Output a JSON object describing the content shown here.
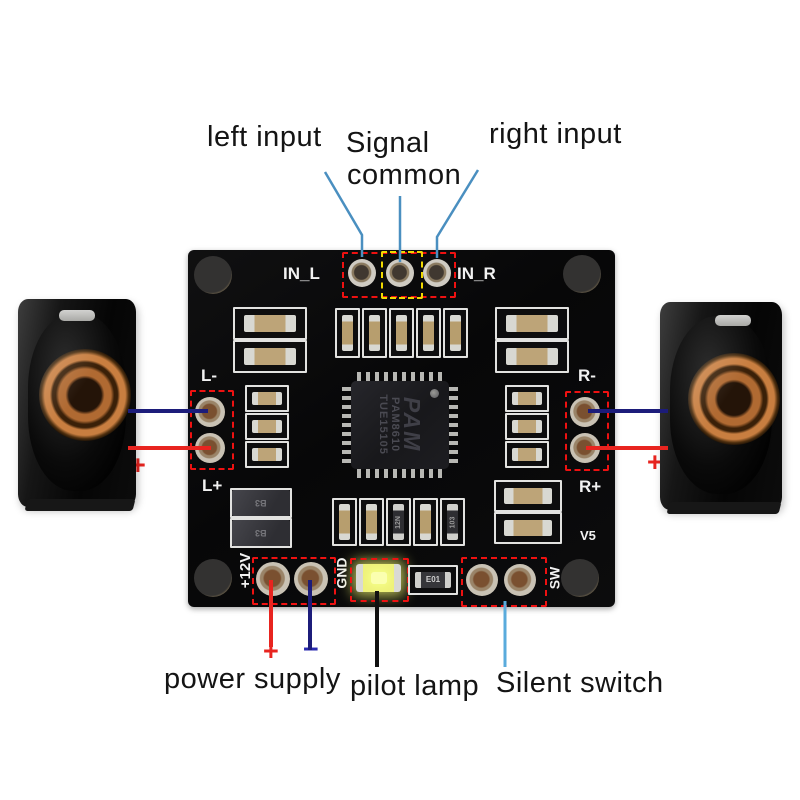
{
  "annotations": {
    "left_input": "left input",
    "signal_common_line1": "Signal",
    "signal_common_line2": "common",
    "right_input": "right input",
    "power_supply": "power supply",
    "pilot_lamp": "pilot lamp",
    "silent_switch": "Silent switch",
    "plus": "+",
    "minus": "−"
  },
  "board": {
    "silkscreen": {
      "in_l": "IN_L",
      "in_r": "IN_R",
      "l_minus": "L-",
      "l_plus": "L+",
      "r_minus": "R-",
      "r_plus": "R+",
      "power": "+12V",
      "gnd": "GND",
      "sw": "SW",
      "v5": "V5"
    },
    "chip": {
      "logo": "PAM",
      "part_number": "PAM8610",
      "lot_code": "TUE15105"
    },
    "markings": {
      "inductor": "B3",
      "resistor_near_led": "E01",
      "resistor_mid_row": "12N",
      "resistor_end_row": "103"
    }
  },
  "colors": {
    "annotation_line_blue": "#4a8fc0",
    "switch_line_blue": "#5aabdc",
    "wire_negative_navy": "#1c1c7a",
    "wire_positive_red": "#e8241f",
    "pilot_line_black": "#111111",
    "highlight_box_red": "#ee1111",
    "highlight_box_yellow": "#f0d800",
    "led_yellow": "#f2f560"
  }
}
